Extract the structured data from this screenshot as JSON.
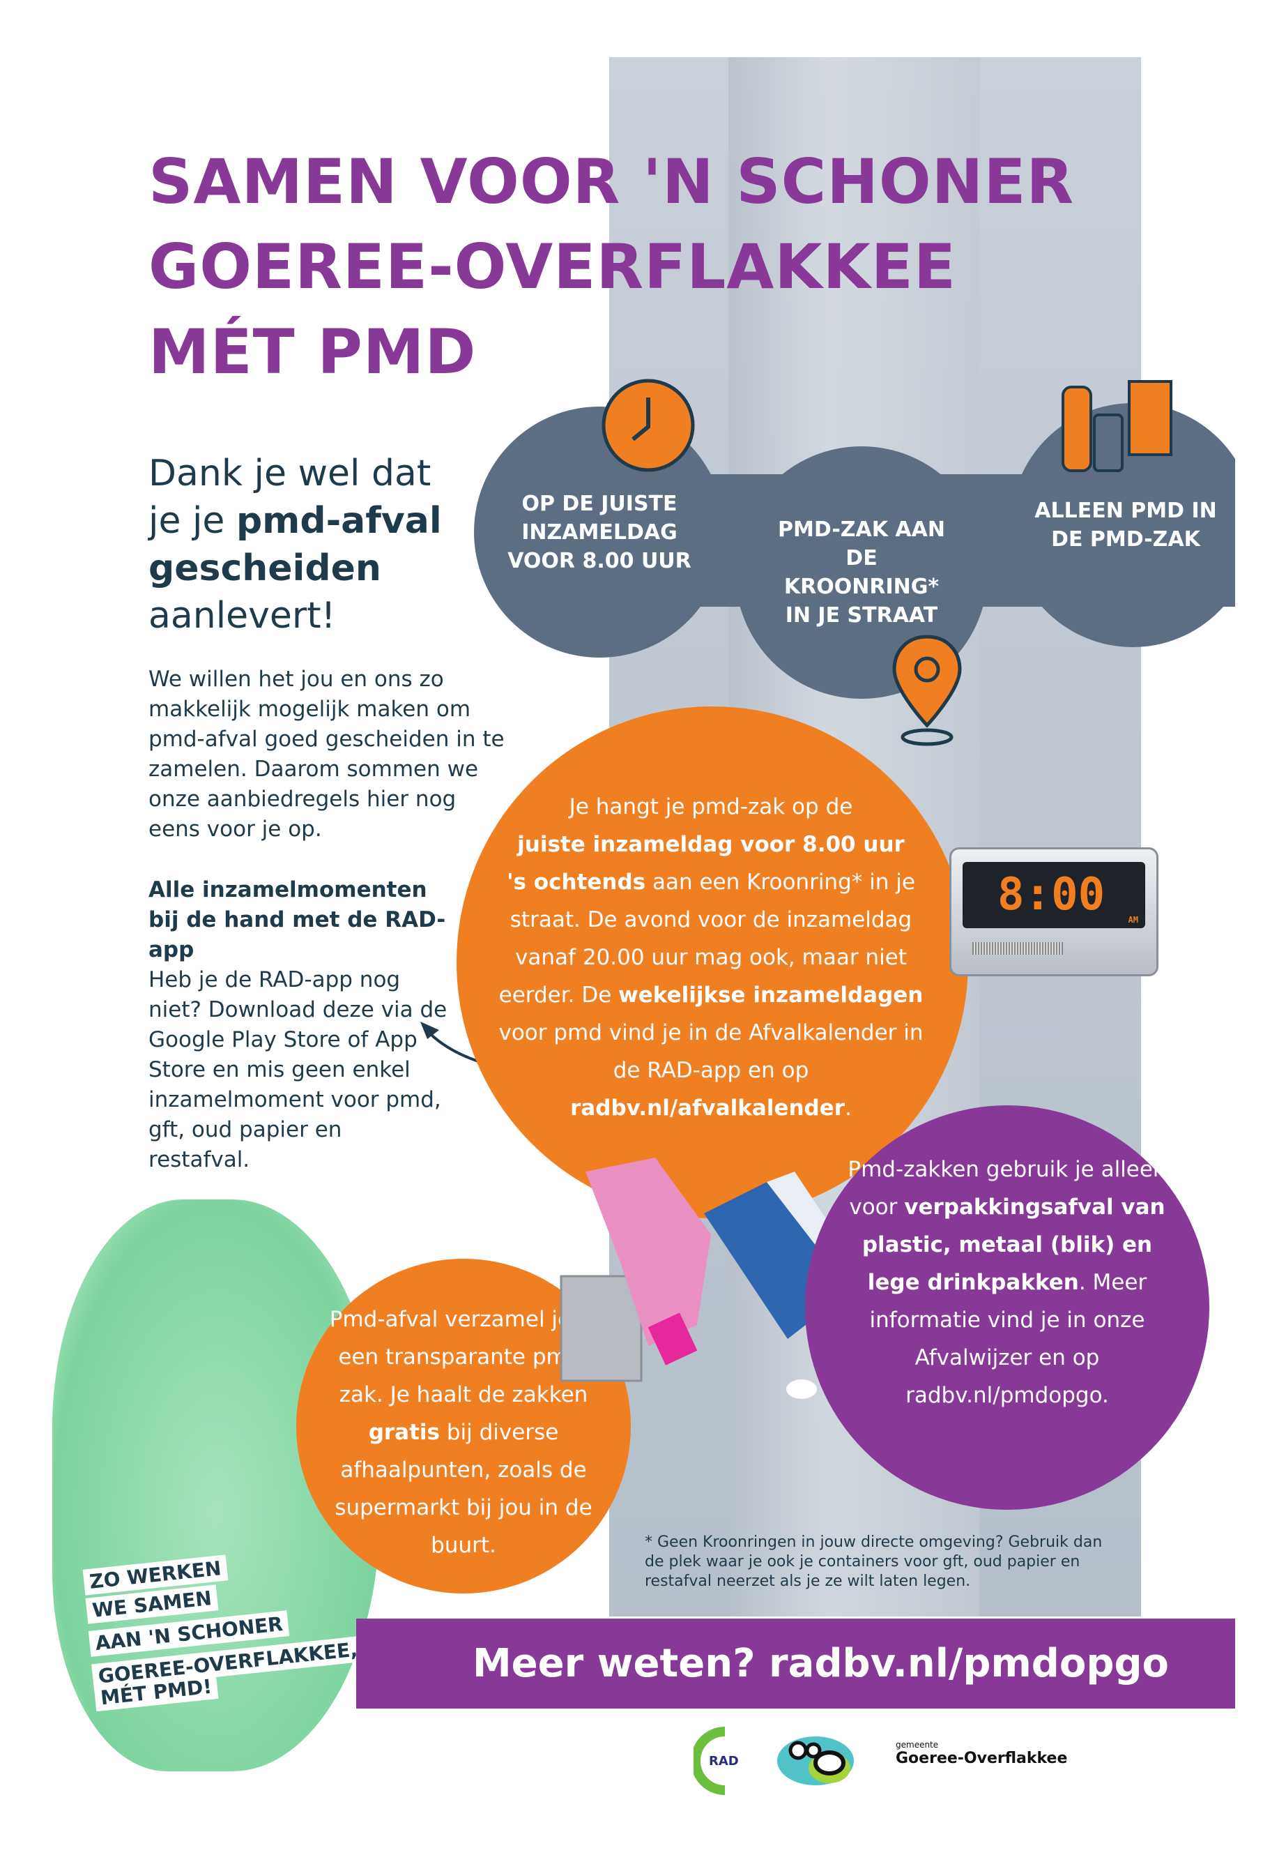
{
  "title": {
    "line1": "SAMEN VOOR 'N SCHONER",
    "line2": "GOEREE-OVERFLAKKEE",
    "line3": "MÉT PMD"
  },
  "rules": [
    {
      "text": "OP DE JUISTE INZAMELDAG VOOR 8.00 UUR",
      "icon": "clock-icon"
    },
    {
      "text": "PMD-ZAK AAN DE KROONRING* IN JE STRAAT",
      "icon": "location-pin-icon"
    },
    {
      "text": "ALLEEN PMD IN DE PMD-ZAK",
      "icon": "packaging-icon"
    }
  ],
  "intro": {
    "l1": "Dank je wel dat",
    "l2a": "je je ",
    "l2b": "pmd-afval",
    "l3": "gescheiden",
    "l4": "aanlevert!",
    "paragraph": "We willen het jou en ons zo makkelijk mogelijk maken om pmd-afval goed gescheiden in te zamelen. Daarom sommen we onze aanbiedregels hier nog eens voor je op.",
    "app_heading": "Alle inzamelmomenten bij de hand met de RAD-app",
    "app_text": "Heb je de RAD-app nog niet? Download deze via de Google Play Store of App Store en mis geen enkel inzamelmoment voor pmd, gft, oud papier en restafval."
  },
  "orange_big": {
    "t1": "Je hangt je pmd-zak op de",
    "b1": "juiste inzameldag voor 8.00 uur",
    "b2": "'s ochtends",
    "t2": " aan een Kroonring* in je straat. De avond voor de inzameldag vanaf 20.00 uur mag ook, maar niet eerder. De ",
    "b3": "wekelijkse inzameldagen",
    "t3": " voor pmd vind je in de Afvalkalender in de RAD-app en op ",
    "b4": "radbv.nl/afvalkalender",
    "t4": "."
  },
  "clock_display": "8:00",
  "clock_am": "AM",
  "purple_circle": {
    "t1": "Pmd-zakken gebruik je alleen voor ",
    "b1": "verpakkingsafval van plastic, metaal (blik) en lege drinkpakken",
    "t2": ". Meer informatie vind je in onze Afvalwijzer en op radbv.nl/pmdopgo."
  },
  "orange_small": {
    "t1": "Pmd-afval verzamel je in een transparante pmd-zak. Je haalt de zakken ",
    "b1": "gratis",
    "t2": " bij diverse afhaalpunten, zoals de supermarkt bij jou in de buurt."
  },
  "footnote": "* Geen Kroonringen in jouw directe omgeving? Gebruik dan de plek waar je ook je containers voor gft, oud papier en restafval neerzet als je ze wilt laten legen.",
  "bag_tags": [
    "ZO WERKEN",
    "WE SAMEN",
    "AAN 'N SCHONER",
    "GOEREE-OVERFLAKKEE,",
    "MÉT PMD!"
  ],
  "footer": "Meer weten? radbv.nl/pmdopgo",
  "logos": {
    "rad": "RAD",
    "gemeente": "gemeente",
    "municipality": "Goeree-Overflakkee"
  },
  "colors": {
    "purple": "#883896",
    "orange": "#f07f22",
    "slate": "#5d6e82",
    "text": "#1f3a4a"
  }
}
